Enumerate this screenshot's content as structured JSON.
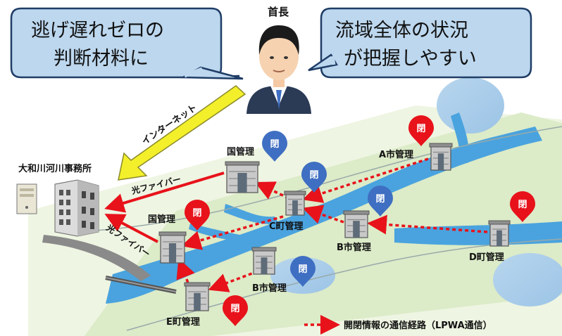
{
  "leader": {
    "label": "首長"
  },
  "bubbles": {
    "left": {
      "line1": "逃げ遅れゼロの",
      "line2": "判断材料に"
    },
    "right": {
      "line1": "流域全体の状況",
      "line2": "が把握しやすい"
    }
  },
  "internet_label": "インターネット",
  "office_label": "大和川河川事務所",
  "fiber_label": "光ファイバー",
  "gate_status_label": "閉",
  "gates": [
    {
      "id": "kuni-upper",
      "label": "国管理",
      "status": "閉",
      "status_color": "#3f6fc2"
    },
    {
      "id": "kuni-lower",
      "label": "国管理",
      "status": "閉",
      "status_color": "#e8121a"
    },
    {
      "id": "c-town",
      "label": "C町管理",
      "status": "閉",
      "status_color": "#3f6fc2"
    },
    {
      "id": "a-city",
      "label": "A市管理",
      "status": "閉",
      "status_color": "#e8121a"
    },
    {
      "id": "b-city-mid",
      "label": "B市管理",
      "status": "閉",
      "status_color": "#3f6fc2"
    },
    {
      "id": "d-town",
      "label": "D町管理",
      "status": "閉",
      "status_color": "#e8121a"
    },
    {
      "id": "b-city-low",
      "label": "B市管理",
      "status": "閉",
      "status_color": "#3f6fc2"
    },
    {
      "id": "e-town",
      "label": "E町管理",
      "status": "閉",
      "status_color": "#e8121a"
    }
  ],
  "legend": {
    "text": "開閉情報の通信経路（LPWA通信）"
  },
  "colors": {
    "river": "#4aa3de",
    "land": "#e8f2d8",
    "fiber_line": "#e8121a",
    "lpwa_line": "#e8121a",
    "internet_arrow": "#f3ef2a",
    "bubble_fill": "#bcd7ee",
    "bubble_stroke": "#1f3d66"
  }
}
